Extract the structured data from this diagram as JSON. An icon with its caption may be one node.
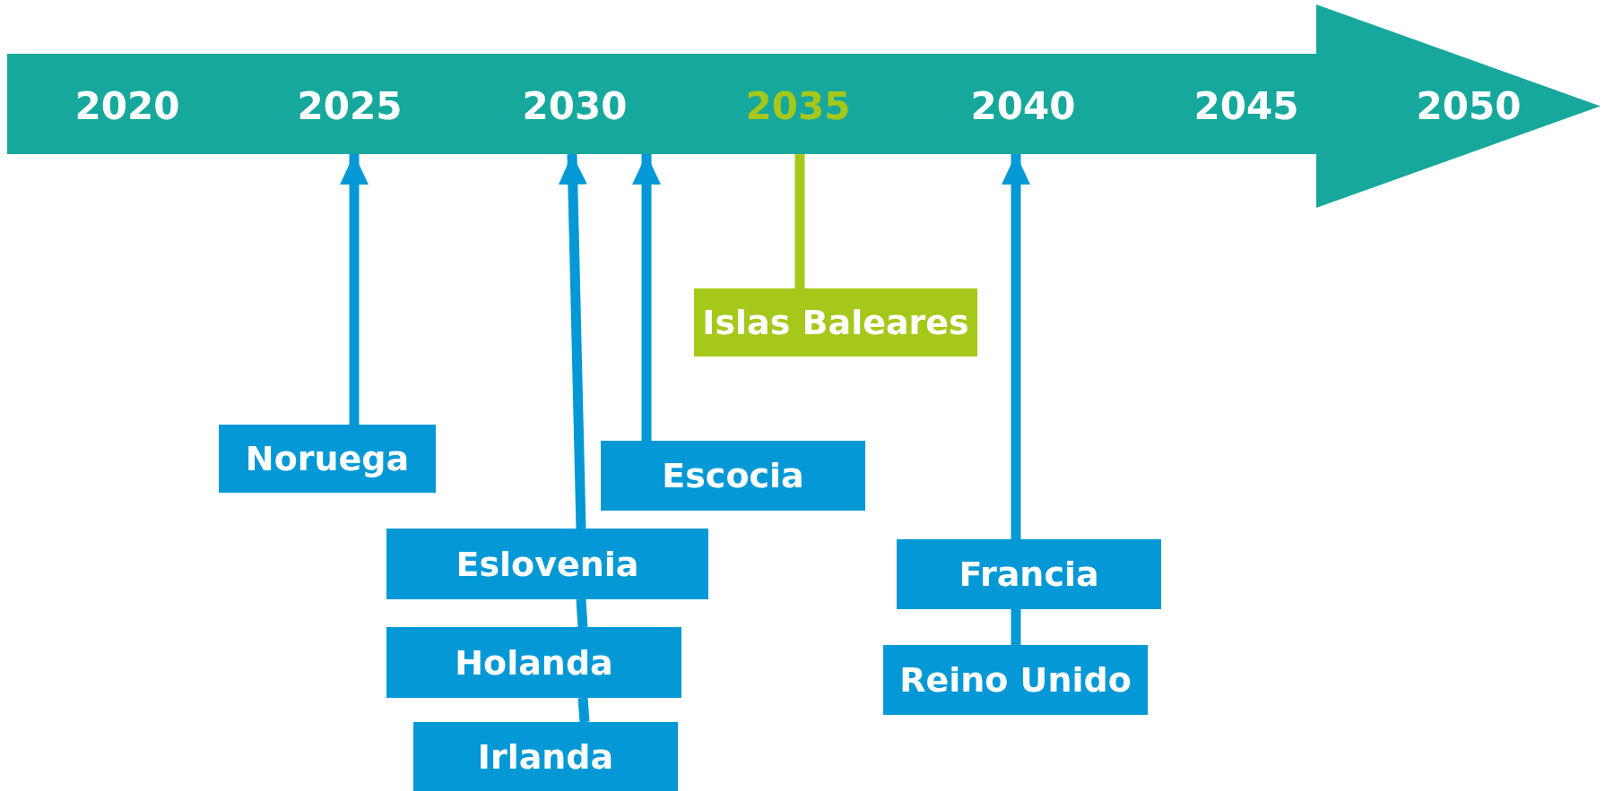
{
  "diagram": {
    "nodes": [
      {
        "text": [
          "2020",
          "2025",
          "2030",
          "2035",
          "2040",
          "2045",
          "2050"
        ]
      },
      {
        "text": [
          "Islas Baleares"
        ]
      },
      {
        "text": [
          "Noruega"
        ]
      },
      {
        "text": [
          "Escocia"
        ]
      },
      {
        "text": [
          "Eslovenia"
        ]
      },
      {
        "text": [
          "Francia"
        ]
      },
      {
        "text": [
          "Holanda"
        ]
      },
      {
        "text": [
          "Reino Unido"
        ]
      },
      {
        "text": [
          "Irlanda"
        ]
      }
    ],
    "edges": [
      {
        "from": 2,
        "to": 0,
        "arrow": "to"
      },
      {
        "from": 4,
        "to": 0,
        "arrow": "to"
      },
      {
        "from": 6,
        "to": 4,
        "arrow": "none"
      },
      {
        "from": 8,
        "to": 6,
        "arrow": "none"
      },
      {
        "from": 3,
        "to": 0,
        "arrow": "to"
      },
      {
        "from": 1,
        "to": 0,
        "arrow": "none",
        "color": "#a5c81b"
      },
      {
        "from": 5,
        "to": 0,
        "arrow": "to"
      },
      {
        "from": 7,
        "to": 5,
        "arrow": "none"
      }
    ]
  }
}
